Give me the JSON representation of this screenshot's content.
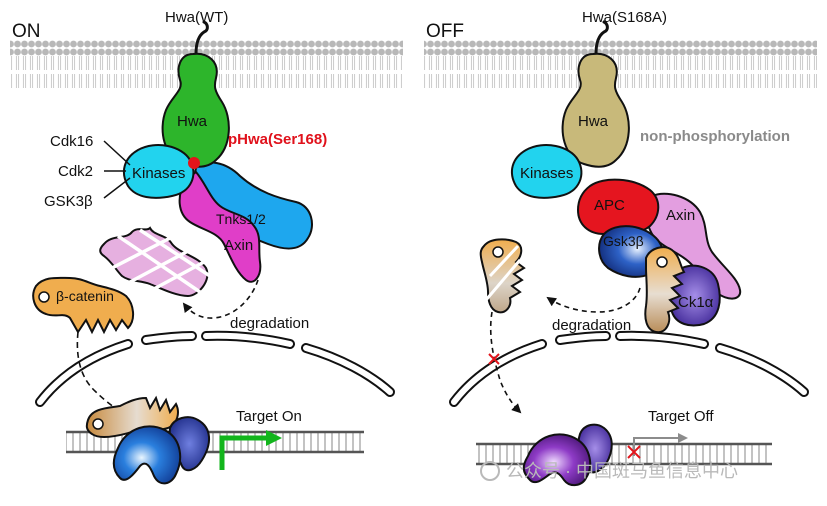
{
  "panels": {
    "on": {
      "state_label": "ON",
      "receptor_label": "Hwa(WT)",
      "hwa_label": "Hwa",
      "phospho_label": "pHwa(Ser168)",
      "kinase_list": [
        "Cdk16",
        "Cdk2",
        "GSK3β"
      ],
      "kinases_label": "Kinases",
      "tnks_label": "Tnks1/2",
      "axin_label": "Axin",
      "catenin_label": "β-catenin",
      "degradation_label": "degradation",
      "target_label": "Target On"
    },
    "off": {
      "state_label": "OFF",
      "receptor_label": "Hwa(S168A)",
      "hwa_label": "Hwa",
      "status_label": "non-phosphorylation",
      "kinases_label": "Kinases",
      "apc_label": "APC",
      "axin_label": "Axin",
      "gsk_label": "Gsk3β",
      "ck1_label": "Ck1α",
      "degradation_label": "degradation",
      "target_label": "Target Off"
    }
  },
  "watermark": "公众号 · 中国斑马鱼信息中心",
  "colors": {
    "hwa_wt": "#2db52b",
    "hwa_mutant": "#c8b97a",
    "kinases": "#22d3ee",
    "tnks": "#1ea7ee",
    "axin": "#e03ec8",
    "apc": "#e5151f",
    "gsk3b": "#1f3f9c",
    "ck1a": "#9b59e6",
    "beta_catenin": "#f0ad4e",
    "phospho_site": "#e3141b",
    "target_on_arrow": "#12b51c",
    "target_off_arrow": "#8c8c8c"
  }
}
